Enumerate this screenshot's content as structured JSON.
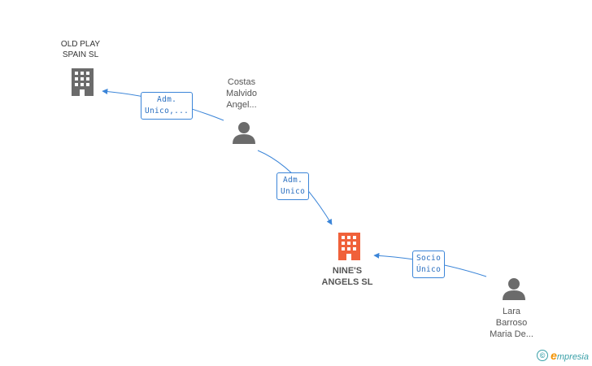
{
  "nodes": {
    "old_play": {
      "lines": [
        "OLD PLAY",
        "SPAIN SL"
      ],
      "type": "company"
    },
    "costas": {
      "lines": [
        "Costas",
        "Malvido",
        "Angel..."
      ],
      "type": "person"
    },
    "nines": {
      "lines": [
        "NINE'S",
        "ANGELS SL"
      ],
      "type": "company-focus"
    },
    "lara": {
      "lines": [
        "Lara",
        "Barroso",
        "Maria De..."
      ],
      "type": "person"
    }
  },
  "edges": {
    "costas_oldplay": {
      "lines": [
        "Adm.",
        "Unico,..."
      ]
    },
    "costas_nines": {
      "lines": [
        "Adm.",
        "Unico"
      ]
    },
    "lara_nines": {
      "lines": [
        "Socio",
        "Único"
      ]
    }
  },
  "brand": {
    "copyright": "©",
    "e": "e",
    "rest": "mpresia"
  },
  "colors": {
    "edge": "#3b85d8",
    "company_icon": "#6b6b6b",
    "focus_icon": "#f0613a",
    "person_icon": "#6b6b6b"
  }
}
